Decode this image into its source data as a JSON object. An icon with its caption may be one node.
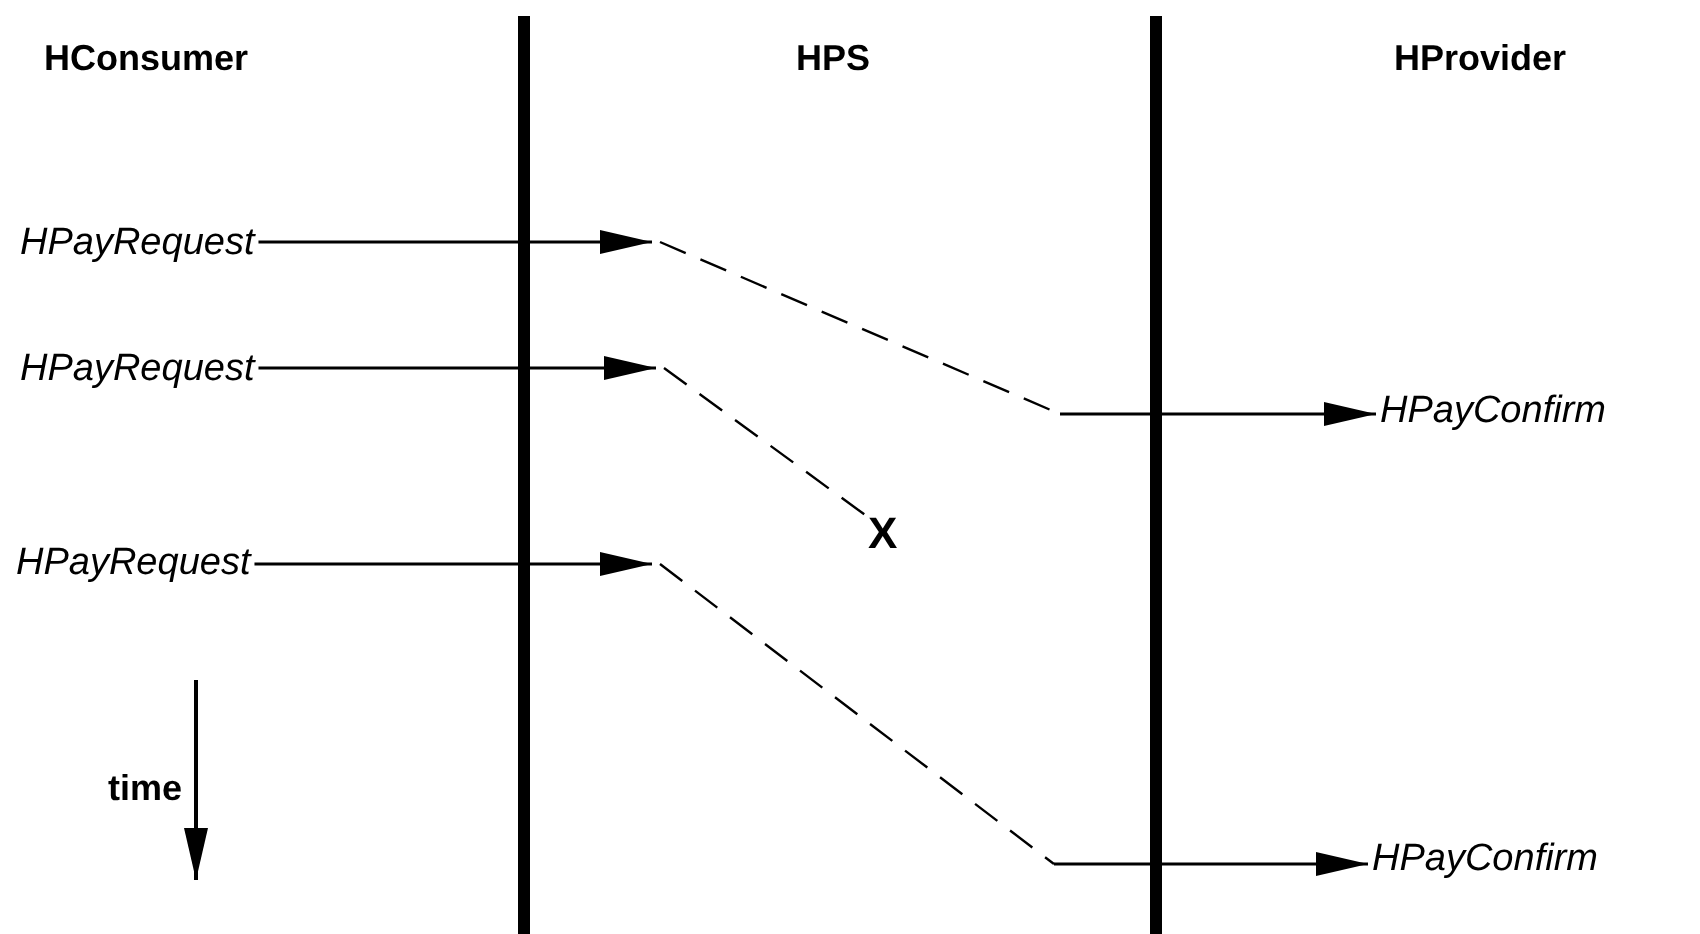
{
  "diagram": {
    "nodes": [
      {
        "text": [
          "HPayRequest"
        ]
      },
      {
        "text": [
          "HPayRequest"
        ]
      },
      {
        "text": [
          "HPayRequest"
        ]
      },
      {
        "text": [
          "HPayConfirm"
        ]
      },
      {
        "text": [
          "X"
        ]
      },
      {
        "text": [
          "HPayConfirm"
        ]
      }
    ],
    "edges": [
      {
        "from": 0,
        "to": 3,
        "arrow": "to",
        "style": "dashed"
      },
      {
        "from": 1,
        "to": null,
        "arrow": "to"
      },
      {
        "from": null,
        "to": 4,
        "arrow": "none",
        "style": "dashed"
      },
      {
        "from": 2,
        "to": 5,
        "arrow": "to",
        "style": "dashed"
      }
    ],
    "labels": [
      "HConsumer",
      "HPS",
      "HProvider",
      "time"
    ]
  }
}
